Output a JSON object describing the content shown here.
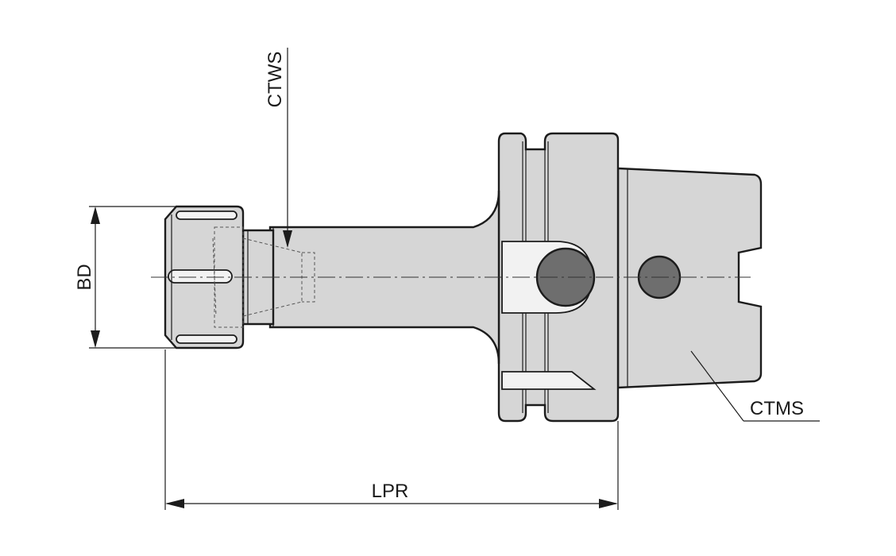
{
  "labels": {
    "bd": "BD",
    "ctws": "CTWS",
    "ctms": "CTMS",
    "lpr": "LPR"
  },
  "colors": {
    "body": "#d6d6d6",
    "outline": "#1c1c1c",
    "hole": "#6e6e6e"
  }
}
